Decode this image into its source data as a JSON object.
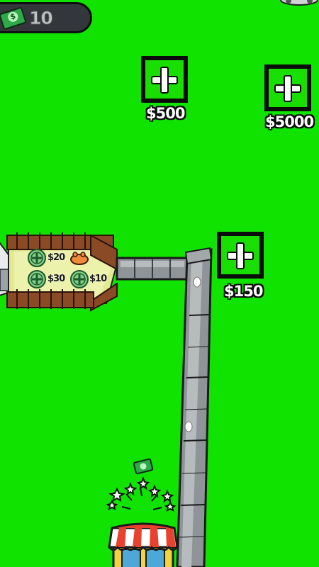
{
  "hud": {
    "money": "10",
    "money_icon": "cash-icon"
  },
  "unlock_buttons": [
    {
      "price": "$500"
    },
    {
      "price": "$5000"
    },
    {
      "price": "$150"
    }
  ],
  "pen": {
    "slots": [
      {
        "price": "$20"
      },
      {
        "price": "$30"
      },
      {
        "price": "$10"
      }
    ]
  },
  "colors": {
    "grass": "#11e300",
    "button_fill": "#18df00",
    "fence": "#8a4a25",
    "pen_floor": "#e6ec9a",
    "conveyor": "#8e9498",
    "shop_awning_red": "#e8412e",
    "shop_wall": "#f4d23c"
  }
}
